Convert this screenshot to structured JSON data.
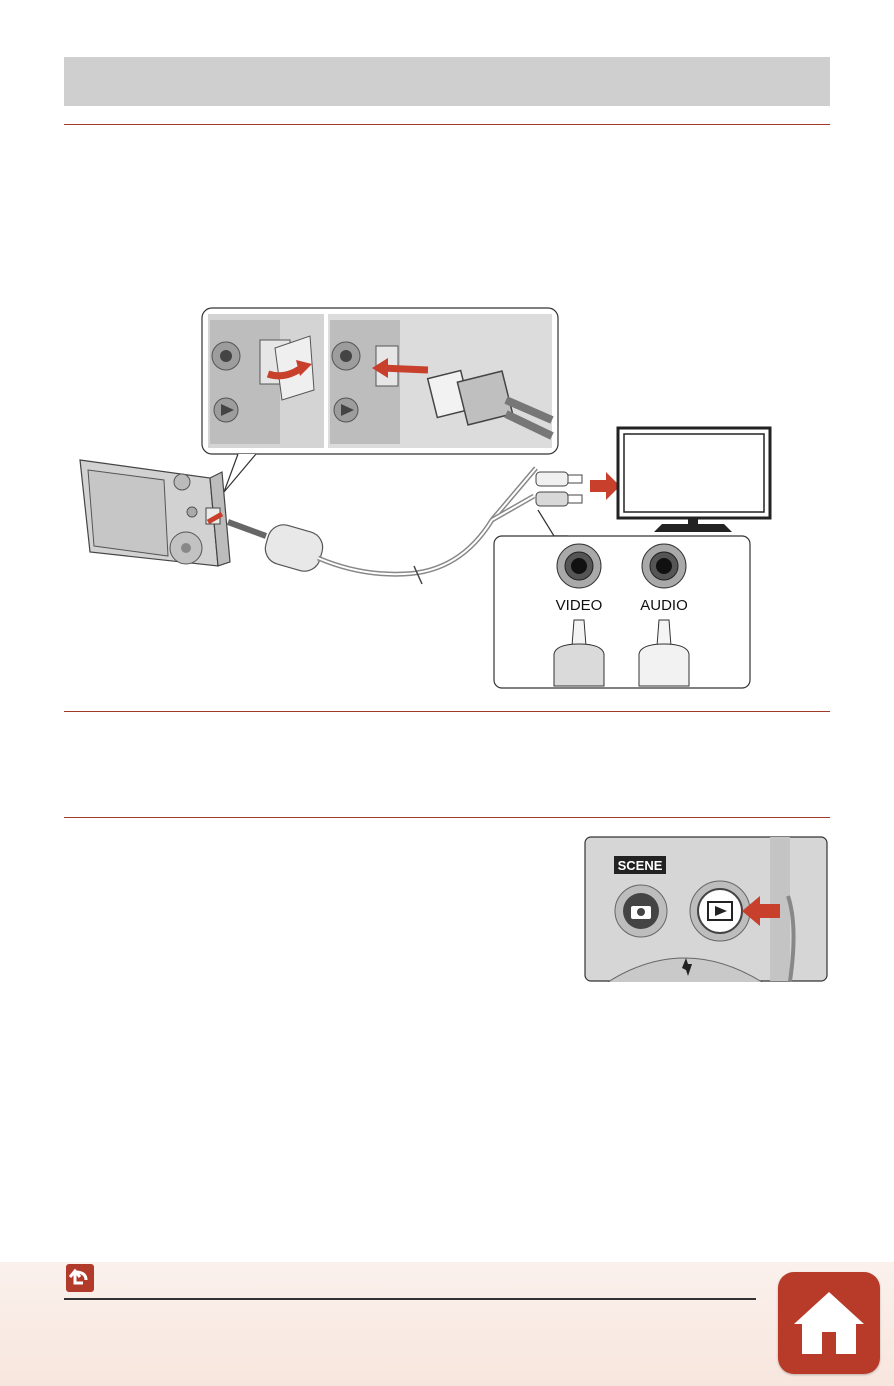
{
  "connector_labels": {
    "video": "VIDEO",
    "audio": "AUDIO"
  },
  "camera_buttons": {
    "scene": "SCENE"
  },
  "icons": {
    "back": "back-arrow-icon",
    "home": "home-icon"
  },
  "colors": {
    "accent": "#b83a29",
    "rule": "#a23a2c",
    "title_bar": "#cfcfcf",
    "arrow": "#c8402c"
  }
}
